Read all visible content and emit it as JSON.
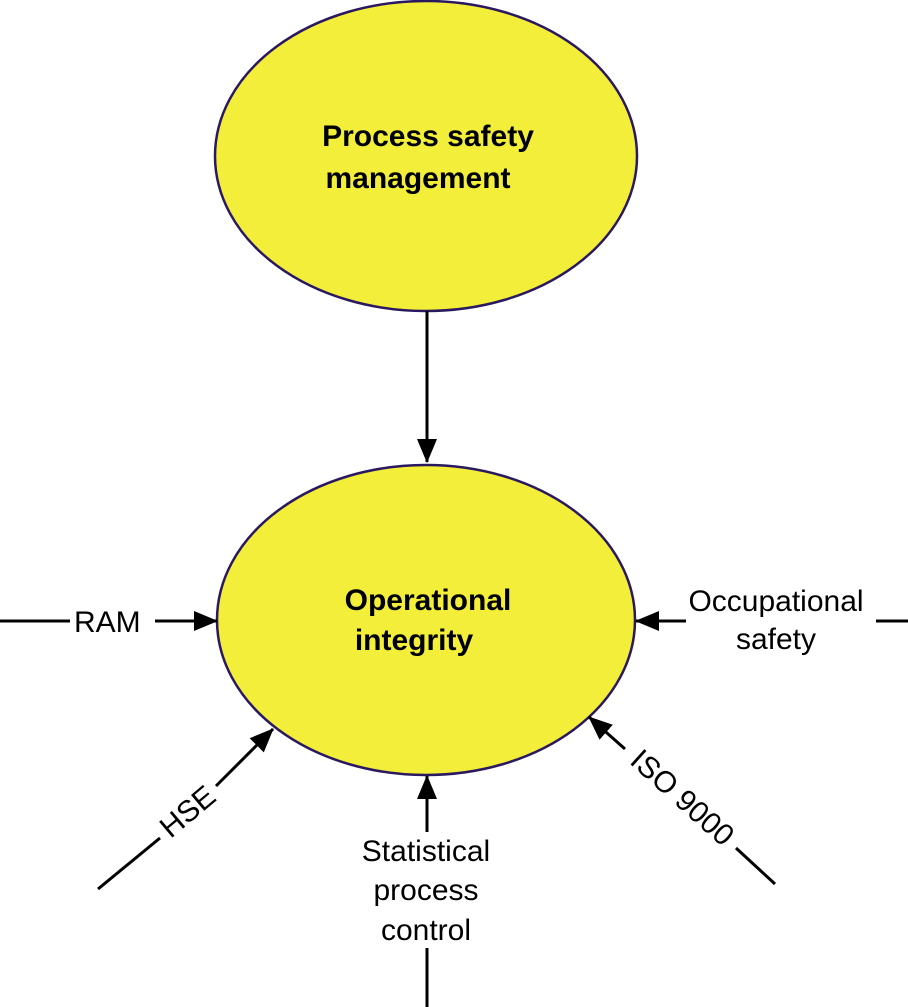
{
  "colors": {
    "node_fill": "#f2ee3a",
    "node_stroke": "#2a1860",
    "line": "#000000",
    "text": "#000000",
    "background": "#ffffff"
  },
  "nodes": {
    "top": {
      "line1": "Process safety",
      "line2": "management"
    },
    "center": {
      "line1": "Operational",
      "line2": "integrity"
    }
  },
  "inputs": {
    "ram": "RAM",
    "hse": "HSE",
    "spc": {
      "line1": "Statistical",
      "line2": "process",
      "line3": "control"
    },
    "iso": "ISO 9000",
    "occupational": {
      "line1": "Occupational",
      "line2": "safety"
    }
  }
}
